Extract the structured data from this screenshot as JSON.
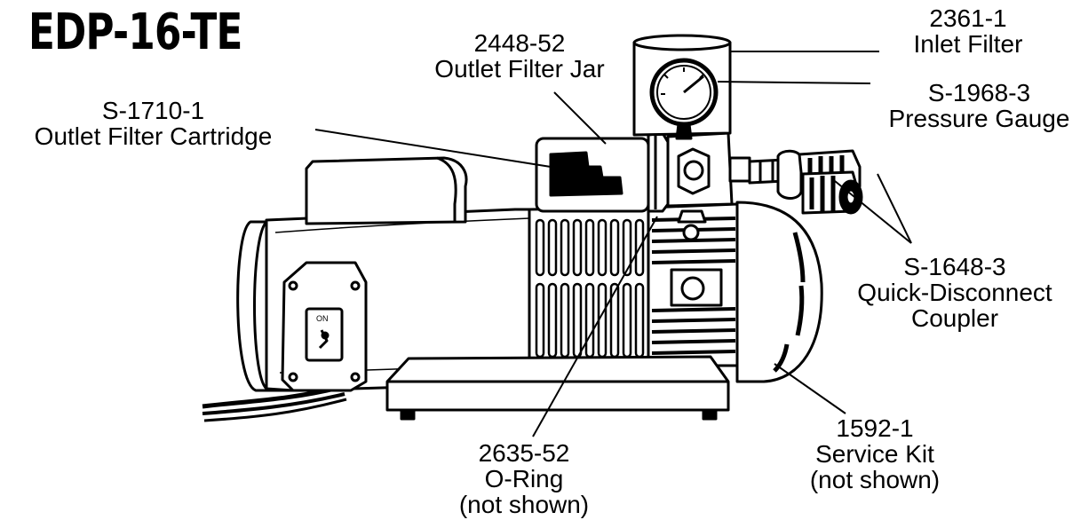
{
  "title": "EDP-16-TE",
  "switch_text": "ON",
  "labels": {
    "inlet_filter": {
      "part": "2361-1",
      "name": "Inlet Filter"
    },
    "outlet_filter_jar": {
      "part": "2448-52",
      "name": "Outlet Filter Jar"
    },
    "pressure_gauge": {
      "part": "S-1968-3",
      "name": "Pressure Gauge"
    },
    "outlet_filter_cartridge": {
      "part": "S-1710-1",
      "name": "Outlet Filter Cartridge"
    },
    "quick_disconnect_coupler": {
      "part": "S-1648-3",
      "name1": "Quick-Disconnect",
      "name2": "Coupler"
    },
    "service_kit": {
      "part": "1592-1",
      "name": "Service Kit",
      "note": "(not shown)"
    },
    "o_ring": {
      "part": "2635-52",
      "name": "O-Ring",
      "note": "(not shown)"
    }
  }
}
